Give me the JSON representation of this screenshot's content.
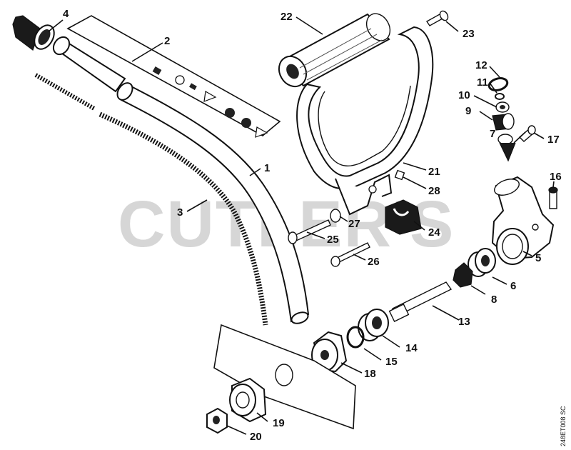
{
  "diagram": {
    "watermark": "CUTLER'S",
    "drawing_code": "248ET008 SC",
    "callouts": [
      {
        "id": "c1",
        "label": "1"
      },
      {
        "id": "c2",
        "label": "2"
      },
      {
        "id": "c3",
        "label": "3"
      },
      {
        "id": "c4",
        "label": "4"
      },
      {
        "id": "c5",
        "label": "5"
      },
      {
        "id": "c6",
        "label": "6"
      },
      {
        "id": "c7",
        "label": "7"
      },
      {
        "id": "c8",
        "label": "8"
      },
      {
        "id": "c9",
        "label": "9"
      },
      {
        "id": "c10",
        "label": "10"
      },
      {
        "id": "c11",
        "label": "11"
      },
      {
        "id": "c12",
        "label": "12"
      },
      {
        "id": "c13",
        "label": "13"
      },
      {
        "id": "c14",
        "label": "14"
      },
      {
        "id": "c15",
        "label": "15"
      },
      {
        "id": "c16",
        "label": "16"
      },
      {
        "id": "c17",
        "label": "17"
      },
      {
        "id": "c18",
        "label": "18"
      },
      {
        "id": "c19",
        "label": "19"
      },
      {
        "id": "c20",
        "label": "20"
      },
      {
        "id": "c21",
        "label": "21"
      },
      {
        "id": "c22",
        "label": "22"
      },
      {
        "id": "c23",
        "label": "23"
      },
      {
        "id": "c24",
        "label": "24"
      },
      {
        "id": "c25",
        "label": "25"
      },
      {
        "id": "c26",
        "label": "26"
      },
      {
        "id": "c27",
        "label": "27"
      },
      {
        "id": "c28",
        "label": "28"
      }
    ]
  }
}
